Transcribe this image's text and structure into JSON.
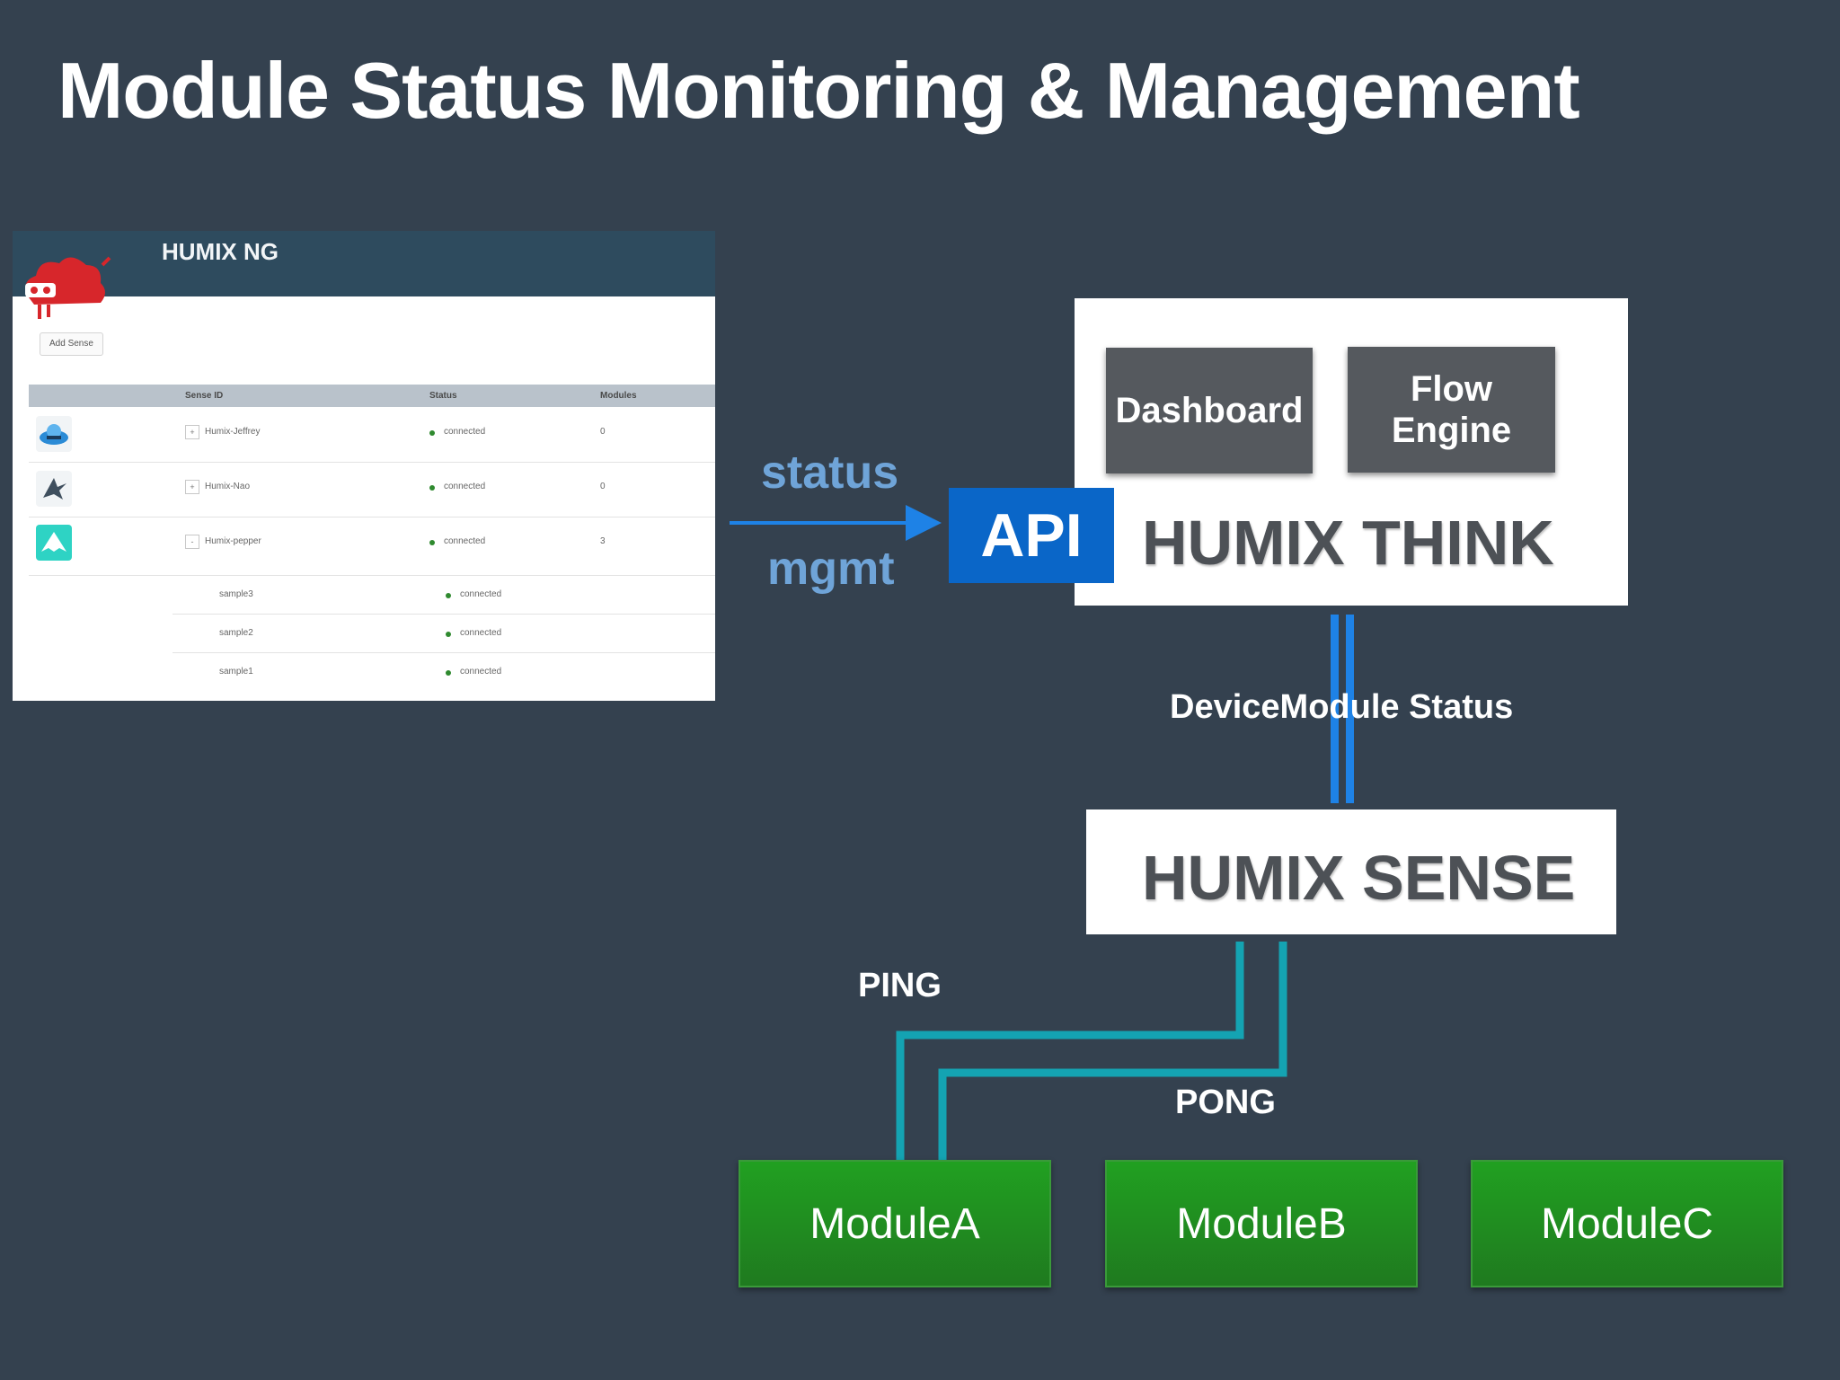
{
  "title": "Module Status Monitoring & Management",
  "screenshot": {
    "app_title": "HUMIX NG",
    "add_button": "Add Sense",
    "columns": [
      "Sense ID",
      "Status",
      "Modules"
    ],
    "rows": [
      {
        "expander": "+",
        "id": "Humix-Jeffrey",
        "status": "connected",
        "modules": "0"
      },
      {
        "expander": "+",
        "id": "Humix-Nao",
        "status": "connected",
        "modules": "0"
      },
      {
        "expander": "-",
        "id": "Humix-pepper",
        "status": "connected",
        "modules": "3"
      }
    ],
    "subrows": [
      {
        "name": "sample3",
        "status": "connected"
      },
      {
        "name": "sample2",
        "status": "connected"
      },
      {
        "name": "sample1",
        "status": "connected"
      }
    ]
  },
  "diagram": {
    "status_label": "status",
    "mgmt_label": "mgmt",
    "api_label": "API",
    "think_label": "HUMIX THINK",
    "dashboard_label": "Dashboard",
    "flow_engine_label": "Flow\nEngine",
    "device_status_label": "DeviceModule Status",
    "sense_label": "HUMIX SENSE",
    "ping_label": "PING",
    "pong_label": "PONG",
    "modules": [
      "ModuleA",
      "ModuleB",
      "ModuleC"
    ],
    "colors": {
      "background": "#34414f",
      "api_blue": "#0a66c8",
      "arrow_blue": "#1e82e6",
      "connector_teal": "#14a3b2",
      "module_green": "#1f8f1f"
    }
  }
}
